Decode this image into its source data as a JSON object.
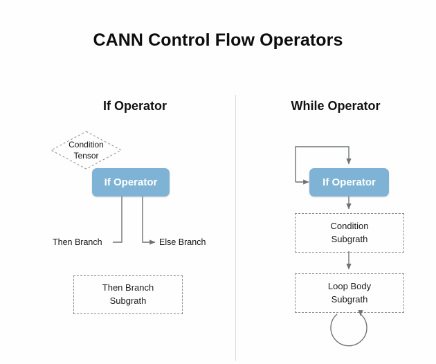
{
  "page": {
    "title": "CANN Control Flow Operators",
    "background_color": "#fefefe",
    "accent_color": "#7fb3d5",
    "line_color": "#6f7275",
    "divider_color": "#d8dadc"
  },
  "if_panel": {
    "title": "If Operator",
    "condition_tensor": {
      "line1": "Condition",
      "line2": "Tensor"
    },
    "operator_box": {
      "label": "If Operator"
    },
    "then_branch_label": "Then Branch",
    "else_branch_label": "Else Branch",
    "then_branch_subgraph": {
      "line1": "Then Branch",
      "line2": "Subgrath"
    }
  },
  "while_panel": {
    "title": "While Operator",
    "operator_box": {
      "label": "If Operator"
    },
    "condition_subgraph": {
      "line1": "Condition",
      "line2": "Subgrath"
    },
    "loop_body_subgraph": {
      "line1": "Loop Body",
      "line2": "Subgrath"
    }
  }
}
